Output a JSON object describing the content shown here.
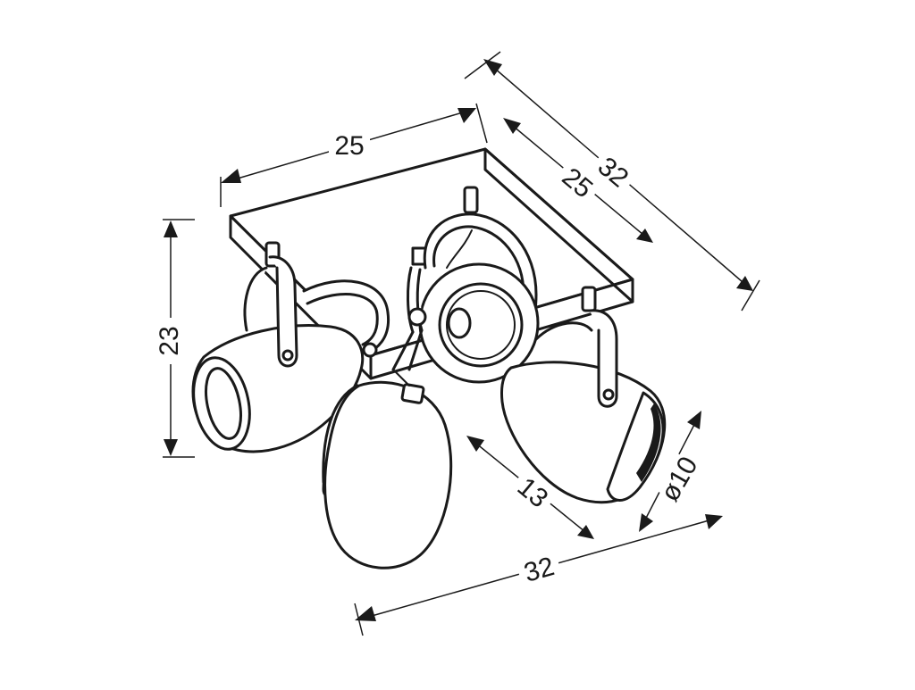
{
  "dimensions": {
    "top_width": "25",
    "side_depth_inner": "25",
    "side_depth_outer": "32",
    "height": "23",
    "shade_length": "13",
    "shade_diameter": "ø10",
    "bottom_width": "32"
  },
  "colors": {
    "line": "#1a1a1a",
    "background": "#ffffff"
  }
}
